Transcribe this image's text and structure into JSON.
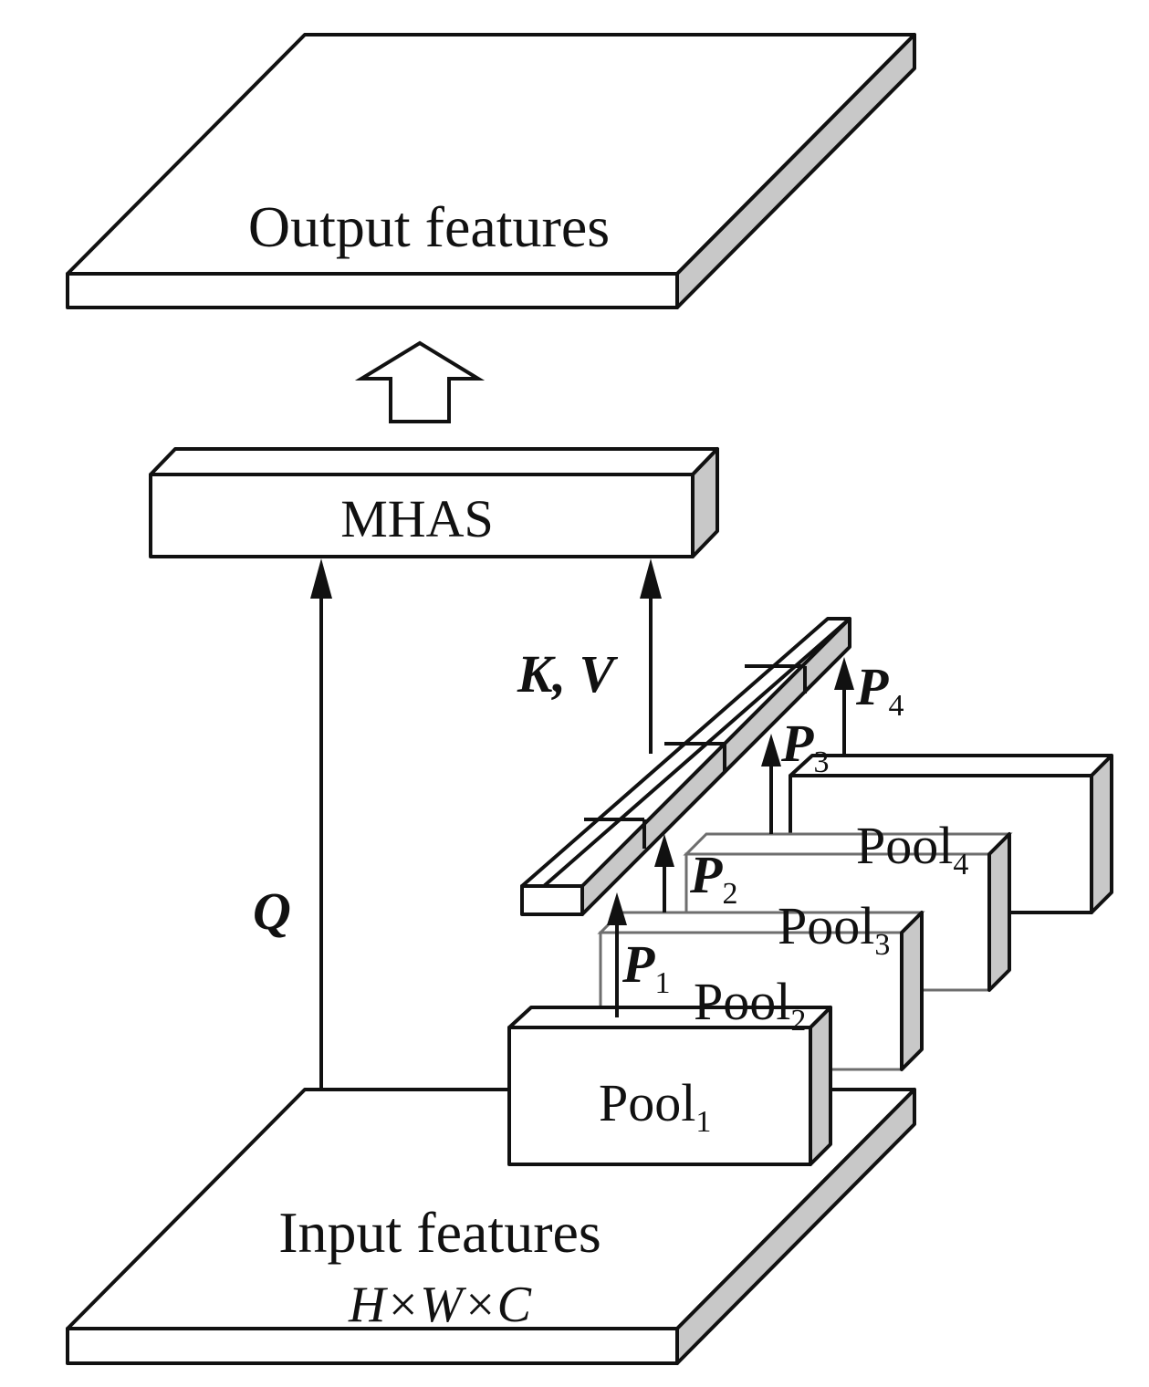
{
  "labels": {
    "output": "Output features",
    "mhas": "MHAS",
    "kv": "K, V",
    "q": "Q",
    "input": "Input features",
    "input_dims": "H×W×C",
    "p_letter": "P",
    "pool_word": "Pool",
    "subscripts": [
      "1",
      "2",
      "3",
      "4"
    ]
  },
  "colors": {
    "stroke": "#111111",
    "side_shade": "#c8c8c8",
    "face": "#ffffff"
  }
}
